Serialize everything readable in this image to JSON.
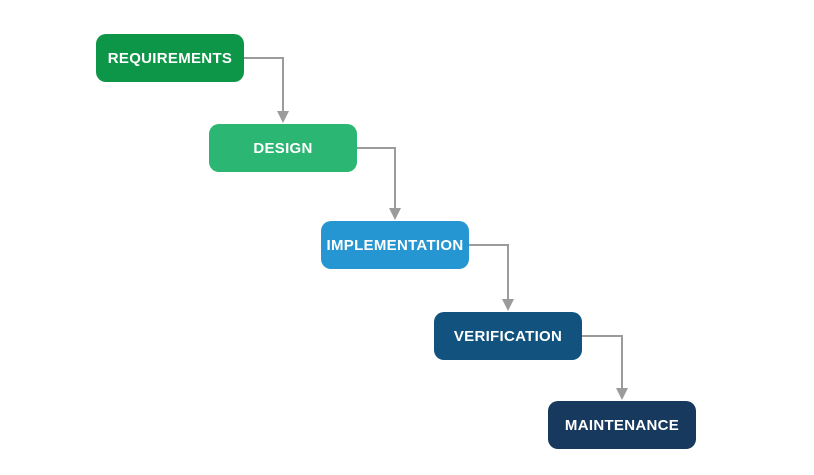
{
  "diagram": {
    "type": "flowchart-waterfall",
    "stages": [
      {
        "label": "REQUIREMENTS",
        "color": "#0d9648"
      },
      {
        "label": "DESIGN",
        "color": "#2bb673"
      },
      {
        "label": "IMPLEMENTATION",
        "color": "#2596d1"
      },
      {
        "label": "VERIFICATION",
        "color": "#12527e"
      },
      {
        "label": "MAINTENANCE",
        "color": "#17395d"
      }
    ],
    "edges": [
      {
        "from": "REQUIREMENTS",
        "to": "DESIGN"
      },
      {
        "from": "DESIGN",
        "to": "IMPLEMENTATION"
      },
      {
        "from": "IMPLEMENTATION",
        "to": "VERIFICATION"
      },
      {
        "from": "VERIFICATION",
        "to": "MAINTENANCE"
      }
    ],
    "connector_color": "#9b9b9b",
    "text_color": "#ffffff",
    "background_color": "#ffffff"
  }
}
